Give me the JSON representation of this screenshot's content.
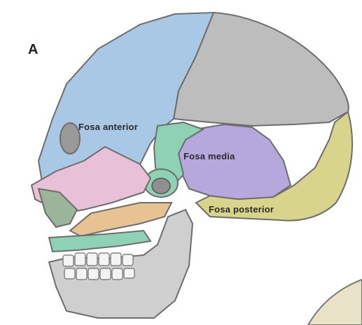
{
  "figure": {
    "panel_letter": "A",
    "regions": [
      {
        "id": "fosa-anterior",
        "label": "Fosa anterior"
      },
      {
        "id": "fosa-media",
        "label": "Fosa media"
      },
      {
        "id": "fosa-posterior",
        "label": "Fosa posterior"
      }
    ]
  },
  "colors": {
    "frontal": "#a9c8e6",
    "parietal": "#bdbdbd",
    "occipital": "#d9d48c",
    "temporal_sphenoid": "#b6a8dc",
    "sphenoid_wing": "#8fd1b5",
    "maxilla_pink": "#e8c1d8",
    "zygomatic": "#e7c393",
    "nasal_green": "#9bb59a",
    "mandible": "#cfcfcf",
    "outline": "#6d6d6d"
  }
}
